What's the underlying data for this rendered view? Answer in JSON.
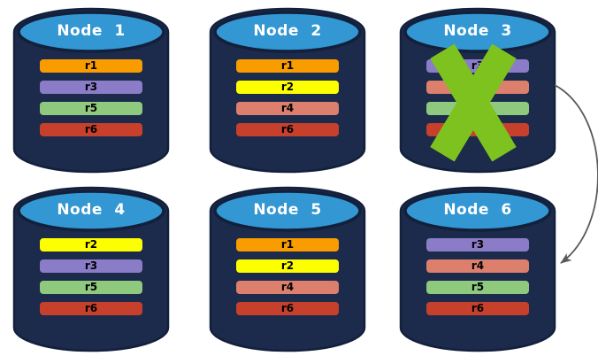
{
  "colors": {
    "cylinder_body": "#1C2A4B",
    "cylinder_border": "#13203C",
    "cylinder_top": "#3297D2",
    "node_title_text": "#FFFFFF",
    "bar_text": "#000000",
    "x_mark_green": "#7DC21F",
    "arrow_gray": "#595959",
    "r1_orange": "#F89C00",
    "r2_yellow": "#FDFF00",
    "r3_purple": "#8B7CC8",
    "r4_salmon": "#DC7F6C",
    "r5_green": "#8FC97E",
    "r6_red": "#C7402B"
  },
  "nodes": [
    {
      "title": "Node 1",
      "failed": false,
      "replicas": [
        {
          "label": "r1",
          "color": "#F89C00"
        },
        {
          "label": "r3",
          "color": "#8B7CC8"
        },
        {
          "label": "r5",
          "color": "#8FC97E"
        },
        {
          "label": "r6",
          "color": "#C7402B"
        }
      ]
    },
    {
      "title": "Node 2",
      "failed": false,
      "replicas": [
        {
          "label": "r1",
          "color": "#F89C00"
        },
        {
          "label": "r2",
          "color": "#FDFF00"
        },
        {
          "label": "r4",
          "color": "#DC7F6C"
        },
        {
          "label": "r6",
          "color": "#C7402B"
        }
      ]
    },
    {
      "title": "Node 3",
      "failed": true,
      "replicas": [
        {
          "label": "r3",
          "color": "#8B7CC8"
        },
        {
          "label": "",
          "color": "#DC7F6C"
        },
        {
          "label": "",
          "color": "#8FC97E"
        },
        {
          "label": "",
          "color": "#C7402B"
        }
      ]
    },
    {
      "title": "Node 4",
      "failed": false,
      "replicas": [
        {
          "label": "r2",
          "color": "#FDFF00"
        },
        {
          "label": "r3",
          "color": "#8B7CC8"
        },
        {
          "label": "r5",
          "color": "#8FC97E"
        },
        {
          "label": "r6",
          "color": "#C7402B"
        }
      ]
    },
    {
      "title": "Node 5",
      "failed": false,
      "replicas": [
        {
          "label": "r1",
          "color": "#F89C00"
        },
        {
          "label": "r2",
          "color": "#FDFF00"
        },
        {
          "label": "r4",
          "color": "#DC7F6C"
        },
        {
          "label": "r6",
          "color": "#C7402B"
        }
      ]
    },
    {
      "title": "Node 6",
      "failed": false,
      "replicas": [
        {
          "label": "r3",
          "color": "#8B7CC8"
        },
        {
          "label": "r4",
          "color": "#DC7F6C"
        },
        {
          "label": "r5",
          "color": "#8FC97E"
        },
        {
          "label": "r6",
          "color": "#C7402B"
        }
      ]
    }
  ],
  "annotations": {
    "x_mark": {
      "on": "Node 3",
      "color": "#7DC21F"
    },
    "arrow": {
      "from": "Node 3",
      "to": "Node 6",
      "color": "#595959"
    }
  }
}
